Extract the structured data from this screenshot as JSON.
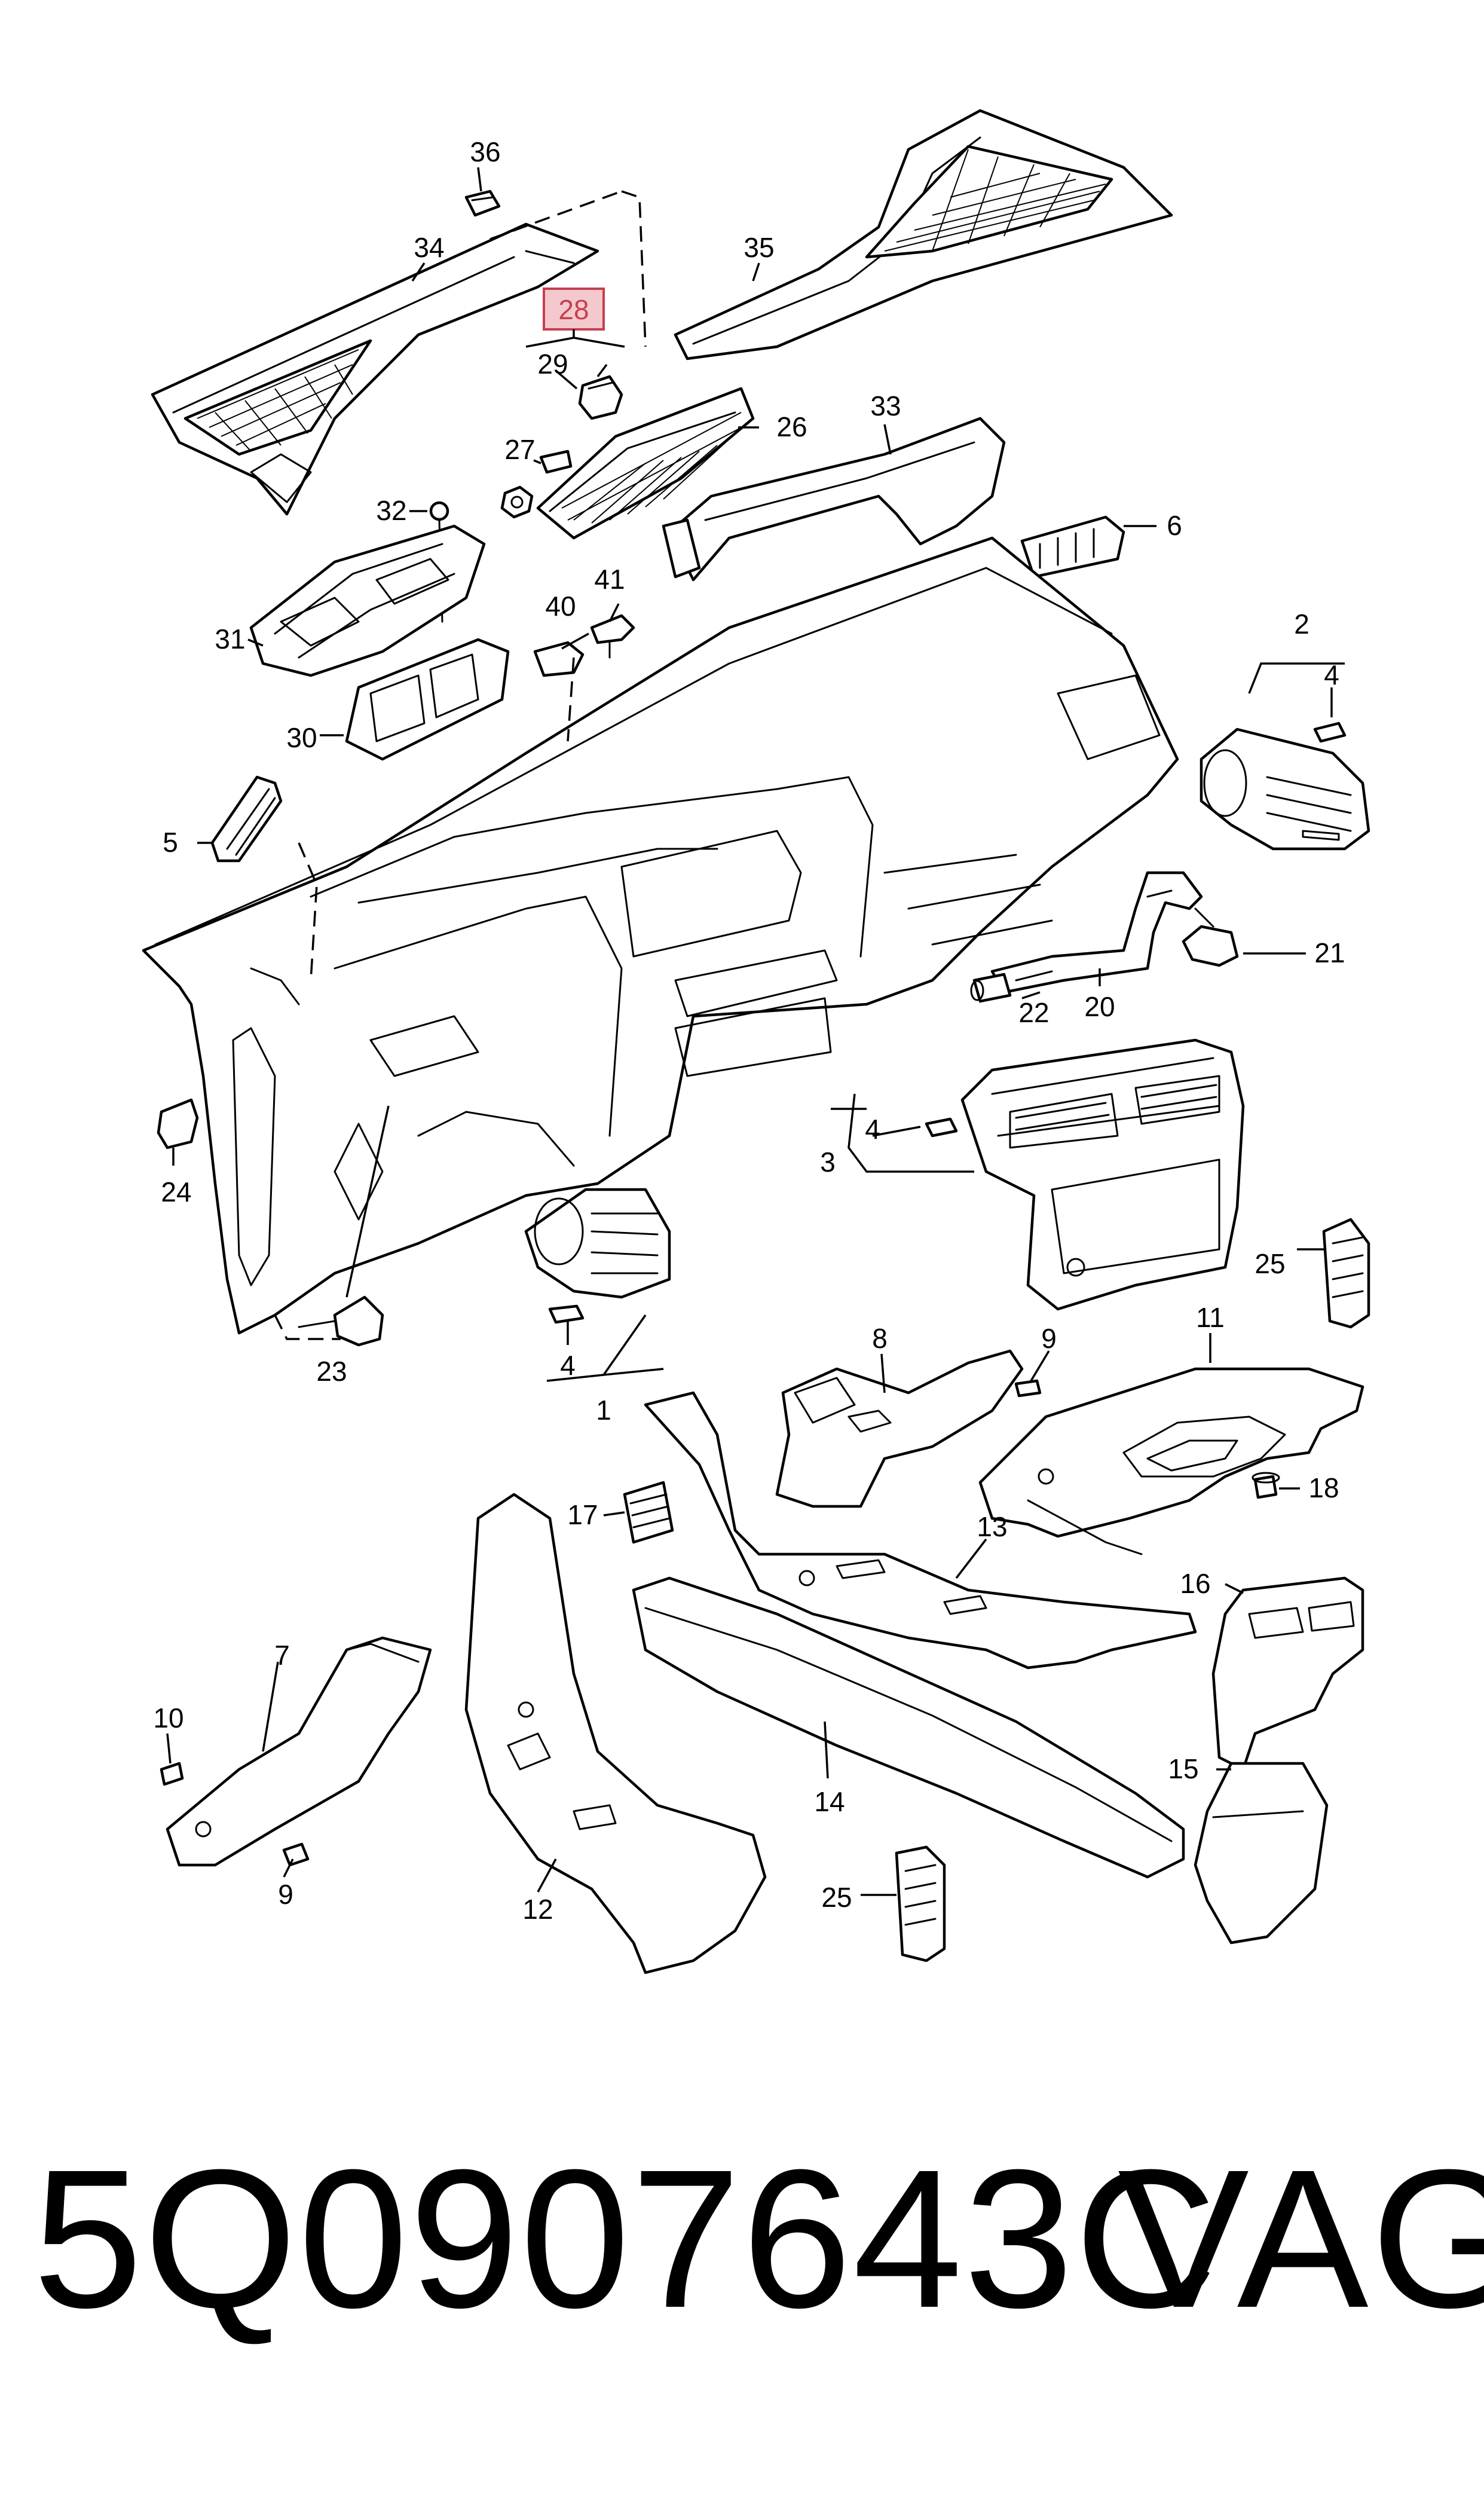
{
  "diagram": {
    "highlighted_callout": "28",
    "callouts": {
      "c1": "1",
      "c2": "2",
      "c3": "3",
      "c4a": "4",
      "c4b": "4",
      "c4c": "4",
      "c5": "5",
      "c6": "6",
      "c7": "7",
      "c8": "8",
      "c9a": "9",
      "c9b": "9",
      "c10": "10",
      "c11": "11",
      "c12": "12",
      "c13": "13",
      "c14": "14",
      "c15": "15",
      "c16": "16",
      "c17": "17",
      "c18": "18",
      "c20": "20",
      "c21": "21",
      "c22": "22",
      "c23": "23",
      "c24": "24",
      "c25a": "25",
      "c25b": "25",
      "c26": "26",
      "c27": "27",
      "c29": "29",
      "c30": "30",
      "c31": "31",
      "c32": "32",
      "c33": "33",
      "c34": "34",
      "c35": "35",
      "c36": "36",
      "c40": "40",
      "c41": "41"
    }
  },
  "footer": {
    "part_number": "5Q0907643C",
    "brand": "VAG"
  },
  "colors": {
    "line": "#000000",
    "highlight_fill": "#f4c9cd",
    "highlight_stroke": "#c4404f"
  }
}
